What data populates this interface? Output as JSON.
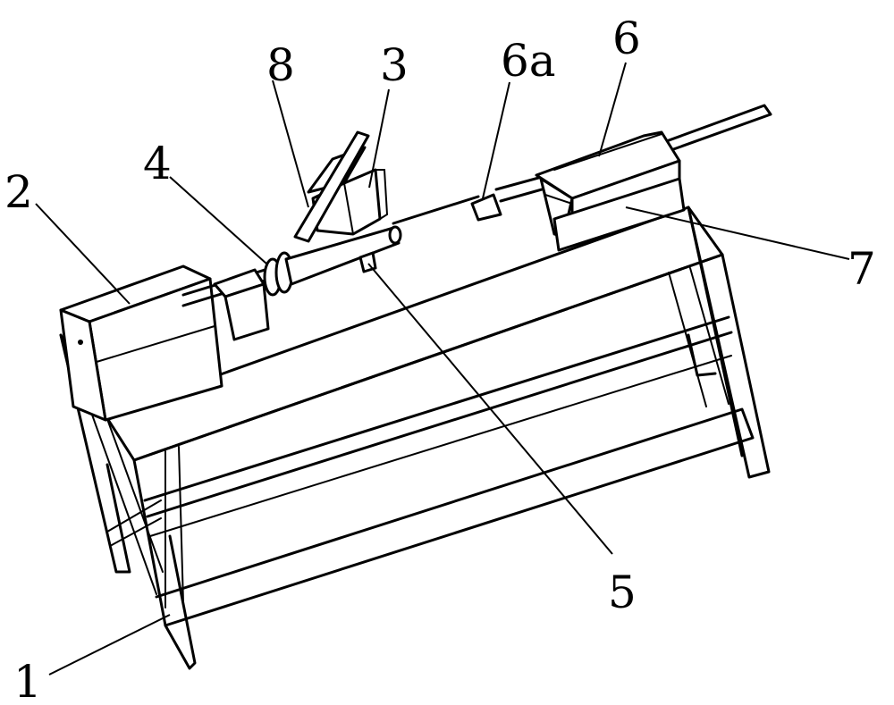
{
  "labels": {
    "frame": "1",
    "motor": "2",
    "feeder": "3",
    "chuck": "4",
    "stop": "5",
    "tailstock": "6",
    "tailstock_tip": "6a",
    "slide_base": "7",
    "feed_tube": "8"
  }
}
